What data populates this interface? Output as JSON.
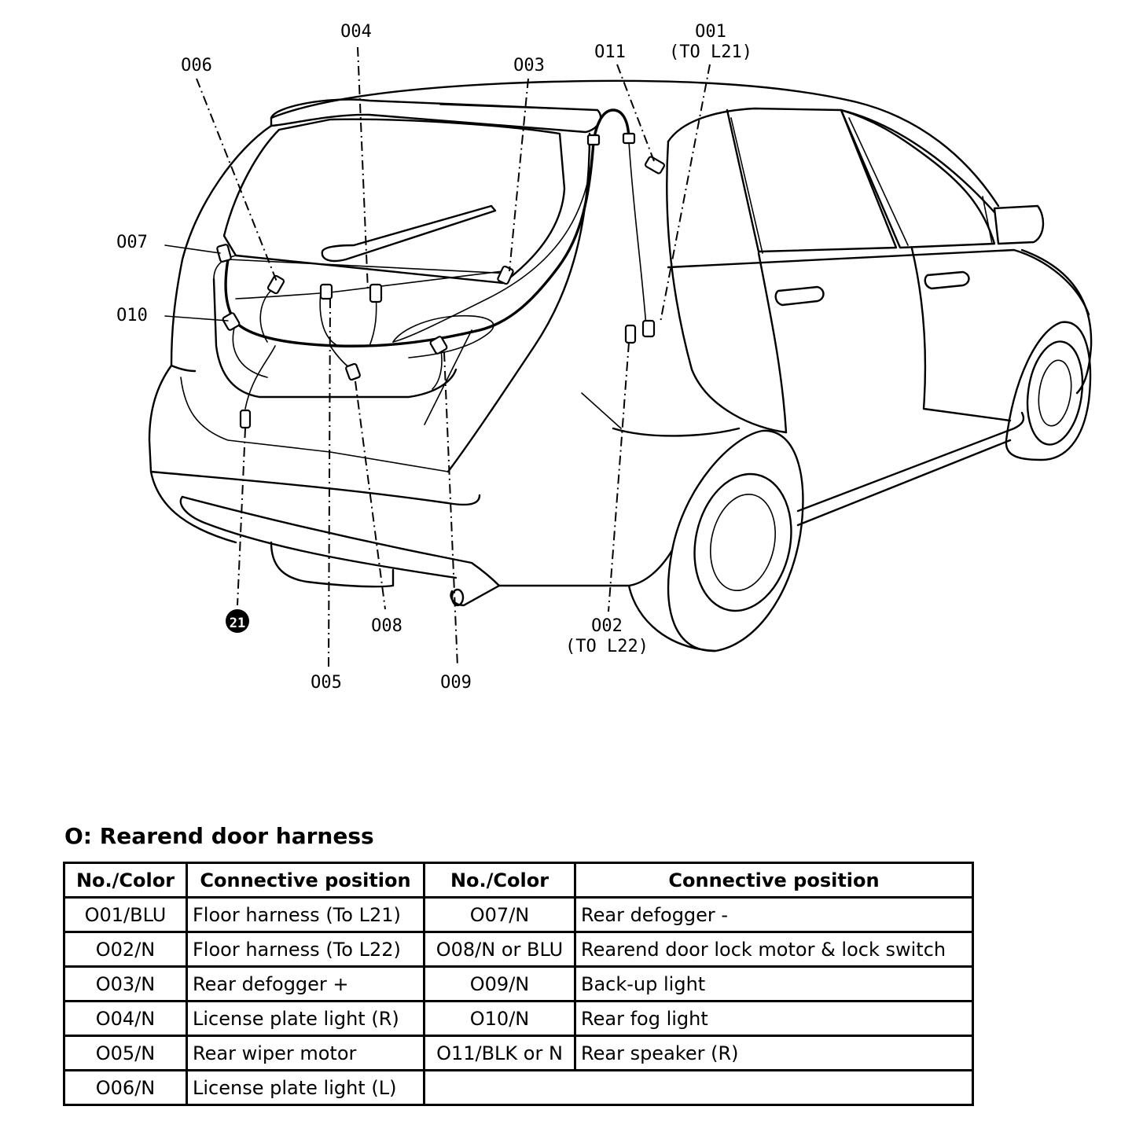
{
  "diagram": {
    "labels": {
      "o01": "O01",
      "o01_note": "(TO L21)",
      "o02": "O02",
      "o02_note": "(TO L22)",
      "o03": "O03",
      "o04": "O04",
      "o05": "O05",
      "o06": "O06",
      "o07": "O07",
      "o08": "O08",
      "o09": "O09",
      "o10": "O10",
      "o11": "O11",
      "ground": "21"
    }
  },
  "section": {
    "title": "O: Rearend door harness"
  },
  "table": {
    "headers": [
      "No./Color",
      "Connective position",
      "No./Color",
      "Connective position"
    ],
    "rows": [
      {
        "left_no": "O01/BLU",
        "left_pos": "Floor harness (To L21)",
        "right_no": "O07/N",
        "right_pos": "Rear defogger -"
      },
      {
        "left_no": "O02/N",
        "left_pos": "Floor harness (To L22)",
        "right_no": "O08/N or BLU",
        "right_pos": "Rearend door lock motor & lock switch"
      },
      {
        "left_no": "O03/N",
        "left_pos": "Rear defogger +",
        "right_no": "O09/N",
        "right_pos": "Back-up light"
      },
      {
        "left_no": "O04/N",
        "left_pos": "License plate light (R)",
        "right_no": "O10/N",
        "right_pos": "Rear fog light"
      },
      {
        "left_no": "O05/N",
        "left_pos": "Rear wiper motor",
        "right_no": "O11/BLK or N",
        "right_pos": "Rear speaker (R)"
      },
      {
        "left_no": "O06/N",
        "left_pos": "License plate light (L)",
        "right_no": "",
        "right_pos": ""
      }
    ]
  }
}
